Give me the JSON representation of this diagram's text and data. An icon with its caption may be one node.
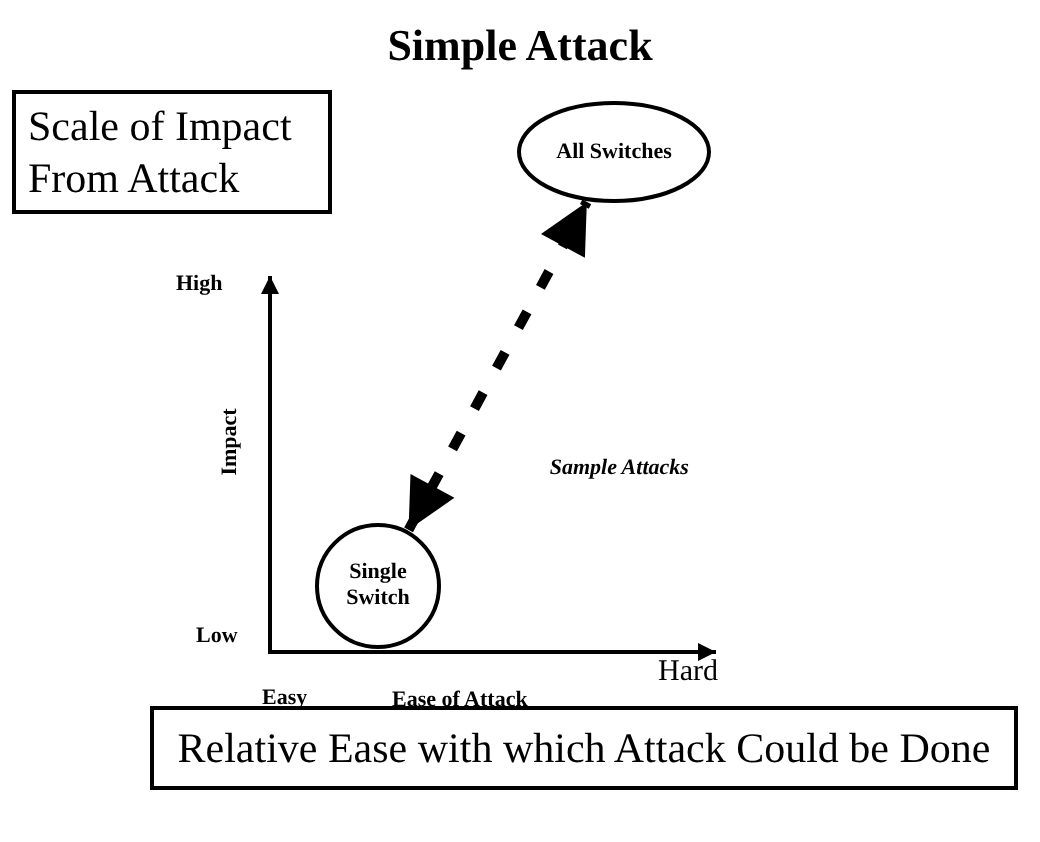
{
  "diagram": {
    "title": "Simple Attack",
    "nodes": [
      {
        "text": [
          "Scale of Impact From Attack"
        ]
      },
      {
        "text": [
          "All Switches"
        ]
      },
      {
        "text": [
          "Single Switch"
        ]
      },
      {
        "text": [
          "Relative Ease with which Attack Could be Done"
        ]
      }
    ],
    "edges": [
      {
        "from": 2,
        "to": 1,
        "arrow": "both",
        "style": "dashed",
        "label": "Sample Attacks"
      }
    ],
    "labels": [
      "High",
      "Impact",
      "Low",
      "Easy",
      "Ease of Attack",
      "Hard"
    ]
  }
}
